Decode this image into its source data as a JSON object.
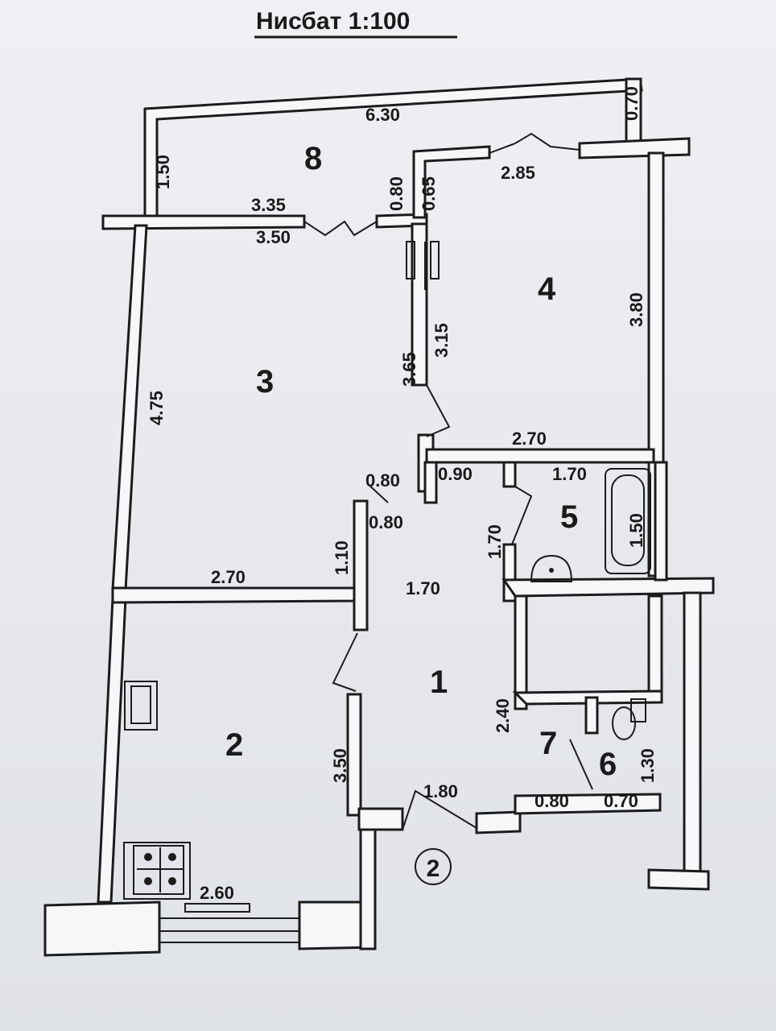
{
  "title": "Нисбат 1:100",
  "rooms": [
    "8",
    "4",
    "3",
    "5",
    "1",
    "2",
    "7",
    "6"
  ],
  "entrance": "2",
  "dimensions": {
    "top_630": "6.30",
    "top_070": "0.70",
    "top_150": "1.50",
    "top_080": "0.80",
    "top_065": "0.65",
    "top_285": "2.85",
    "top_335": "3.35",
    "top_350": "3.50",
    "r4_380": "3.80",
    "r3_365": "3.65",
    "r3_315": "3.15",
    "r3_475": "4.75",
    "mid_270": "2.70",
    "mid_080a": "0.80",
    "mid_090": "0.90",
    "mid_170": "1.70",
    "bath_150": "1.50",
    "mid_080b": "0.80",
    "mid_170v": "1.70",
    "mid_110": "1.10",
    "low_270": "2.70",
    "hall_170": "1.70",
    "hall_240": "2.40",
    "wc_130": "1.30",
    "kit_350": "3.50",
    "door_180": "1.80",
    "bot_080": "0.80",
    "bot_070": "0.70",
    "kit_260": "2.60"
  }
}
